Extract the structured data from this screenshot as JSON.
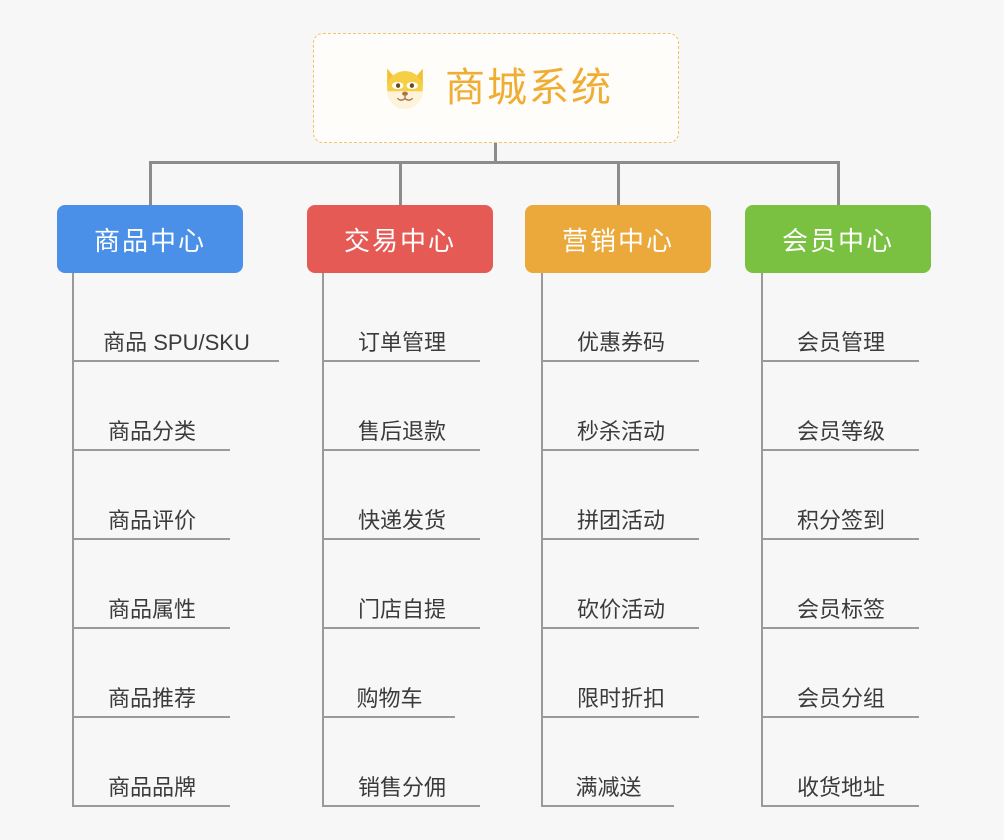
{
  "diagram": {
    "title": "商城系统",
    "root": {
      "label": "商城系统",
      "icon": "shiba-dog-face-icon",
      "border_color": "#f0c368",
      "text_color": "#f0ad33",
      "background": "#fffdf9"
    },
    "background_color": "#f7f7f7",
    "connector_color": "#8c8c8c",
    "leaf_line_color": "#9a9a9a",
    "leaf_text_color": "#3b3b3b",
    "branches": [
      {
        "label": "商品中心",
        "color": "#4a90e8",
        "items": [
          "商品 SPU/SKU",
          "商品分类",
          "商品评价",
          "商品属性",
          "商品推荐",
          "商品品牌"
        ]
      },
      {
        "label": "交易中心",
        "color": "#e55a55",
        "items": [
          "订单管理",
          "售后退款",
          "快递发货",
          "门店自提",
          "购物车",
          "销售分佣"
        ]
      },
      {
        "label": "营销中心",
        "color": "#eaa93a",
        "items": [
          "优惠券码",
          "秒杀活动",
          "拼团活动",
          "砍价活动",
          "限时折扣",
          "满减送"
        ]
      },
      {
        "label": "会员中心",
        "color": "#7ac142",
        "items": [
          "会员管理",
          "会员等级",
          "积分签到",
          "会员标签",
          "会员分组",
          "收货地址"
        ]
      }
    ]
  }
}
